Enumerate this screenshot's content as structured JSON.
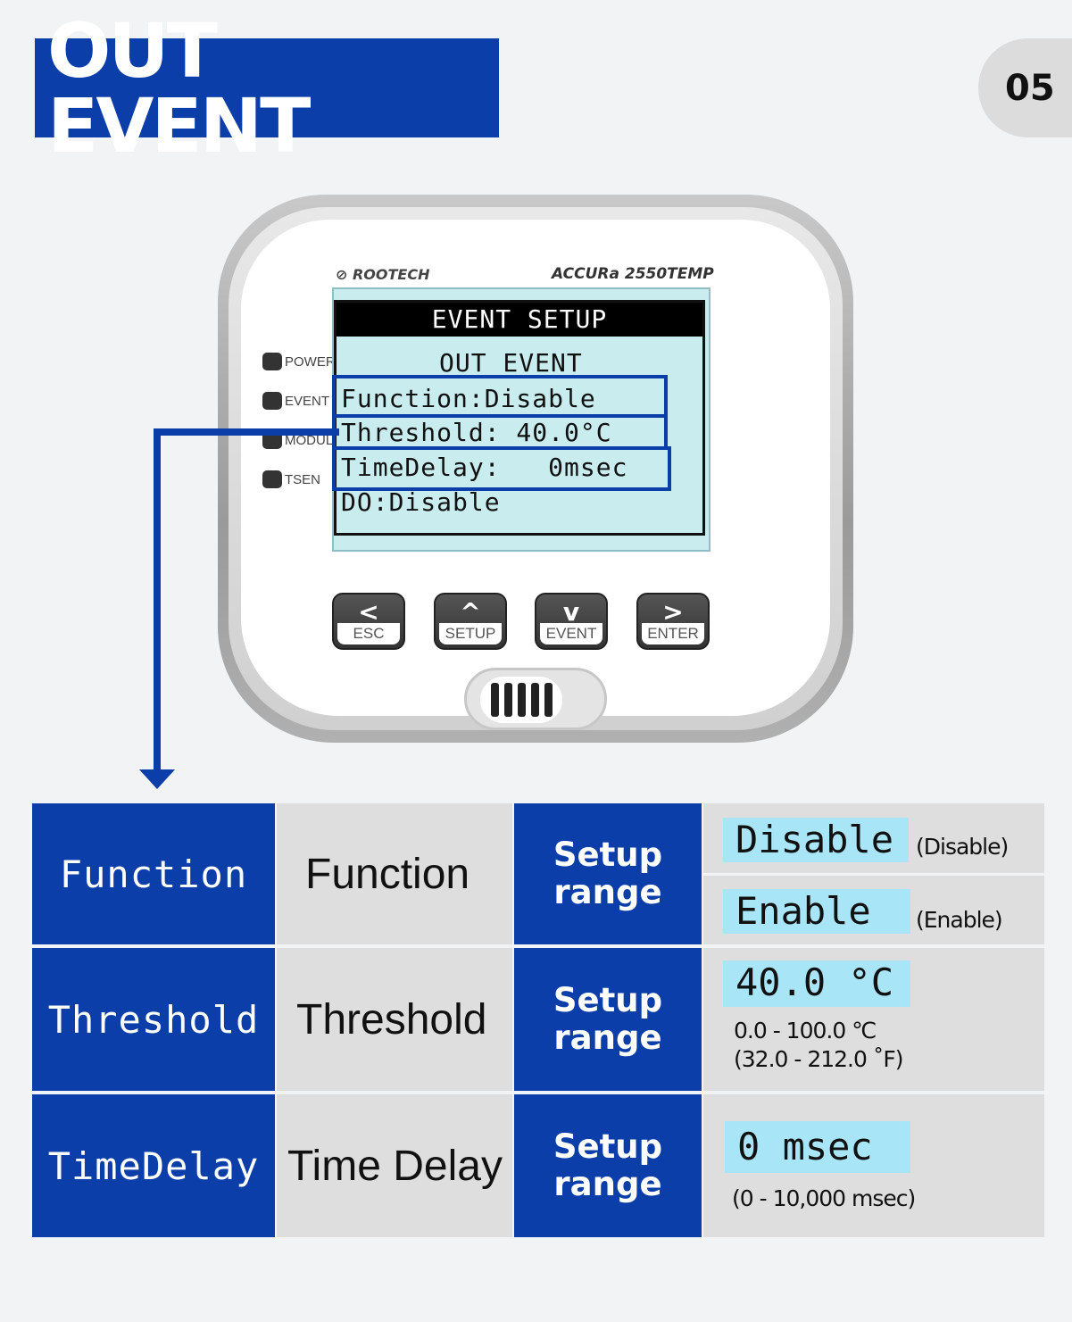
{
  "header": {
    "title": "OUT EVENT",
    "page_number": "05"
  },
  "device": {
    "brand_left": "⊘ ROOTECH",
    "brand_right": "ACCURa 2550TEMP",
    "leds": [
      "POWER",
      "EVENT",
      "MODULE",
      "TSEN"
    ],
    "screen": {
      "header": "EVENT SETUP",
      "subtitle": "OUT EVENT",
      "lines": [
        "Function:Disable",
        "Threshold: 40.0°C",
        "TimeDelay:   0msec",
        "DO:Disable"
      ]
    },
    "buttons": [
      {
        "arrow": "<",
        "label": "ESC"
      },
      {
        "arrow": "^",
        "label": "SETUP"
      },
      {
        "arrow": "v",
        "label": "EVENT"
      },
      {
        "arrow": ">",
        "label": "ENTER"
      }
    ]
  },
  "table": {
    "rows": [
      {
        "lcd_label": "Function",
        "name": "Function",
        "setup": "Setup\nrange",
        "options": [
          {
            "value": "Disable",
            "note": "(Disable)"
          },
          {
            "value": "Enable",
            "note": "(Enable)"
          }
        ]
      },
      {
        "lcd_label": "Threshold",
        "name": "Threshold",
        "setup": "Setup\nrange",
        "value": "40.0 °C",
        "range_line1": "0.0 - 100.0 ℃",
        "range_line2": "(32.0 - 212.0 ˚F)"
      },
      {
        "lcd_label": "TimeDelay",
        "name": "Time Delay",
        "setup": "Setup\nrange",
        "value": "0 msec",
        "range_line1": "(0 - 10,000 msec)"
      }
    ]
  },
  "colors": {
    "accent_blue": "#0b3ea8",
    "lcd_bg": "#c9ecef",
    "chip_bg": "#a8e6f7",
    "grey_cell": "#dedede"
  }
}
